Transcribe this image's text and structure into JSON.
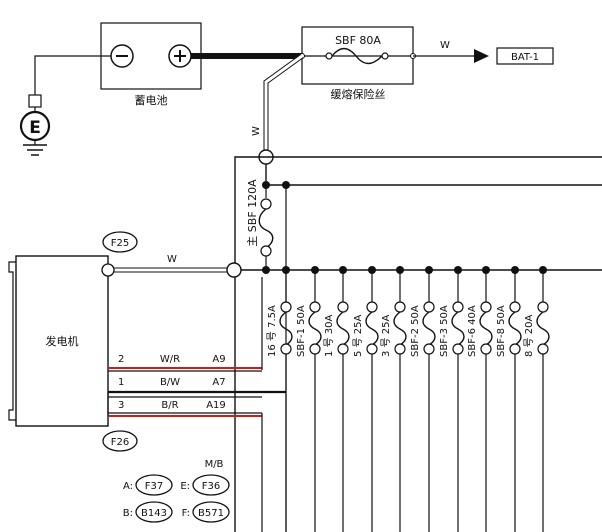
{
  "battery": {
    "label": "蓄电池",
    "neg_symbol": "−",
    "pos_symbol": "+"
  },
  "ground": {
    "symbol": "E"
  },
  "fusible_link": {
    "name": "SBF 80A",
    "label": "缓熔保险丝",
    "wire_out": "W",
    "wire_down": "W"
  },
  "bat_terminal": {
    "label": "BAT-1"
  },
  "main_fuse": {
    "label": "主 SBF 120A"
  },
  "generator": {
    "label": "发电机",
    "top_connector": "F25",
    "bottom_connector": "F26",
    "wire_top": "W",
    "pins": [
      {
        "num": "2",
        "wire": "W/R",
        "term": "A9"
      },
      {
        "num": "1",
        "wire": "B/W",
        "term": "A7"
      },
      {
        "num": "3",
        "wire": "B/R",
        "term": "A19"
      }
    ]
  },
  "fuses": [
    {
      "label": "16 号 7.5A"
    },
    {
      "label": "SBF-1 50A"
    },
    {
      "label": "1 号 30A"
    },
    {
      "label": "5 号 25A"
    },
    {
      "label": "3 号 25A"
    },
    {
      "label": "SBF-2 50A"
    },
    {
      "label": "SBF-3 50A"
    },
    {
      "label": "SBF-6 40A"
    },
    {
      "label": "SBF-8 50A"
    },
    {
      "label": "8 号 20A"
    }
  ],
  "connectors": {
    "title": "M/B",
    "items": [
      {
        "key": "A:",
        "code": "F37"
      },
      {
        "key": "E:",
        "code": "F36"
      },
      {
        "key": "B:",
        "code": "B143"
      },
      {
        "key": "F:",
        "code": "B571"
      }
    ]
  }
}
